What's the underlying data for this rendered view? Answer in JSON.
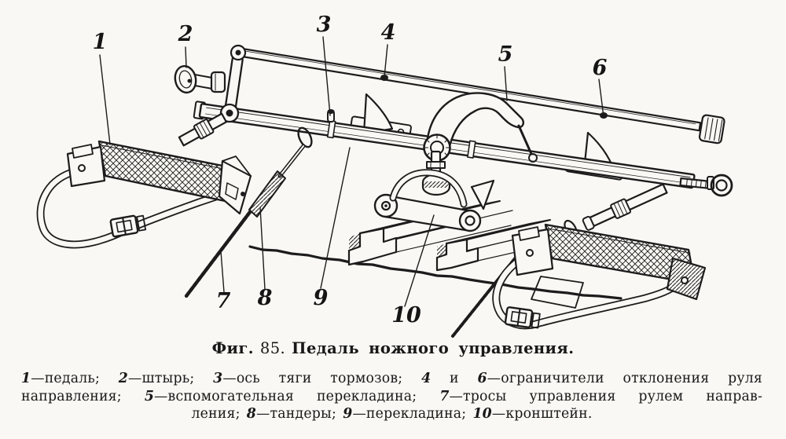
{
  "colors": {
    "paper": "#f9f8f4",
    "ink": "#1c1c1c"
  },
  "figure": {
    "callouts": [
      "1",
      "2",
      "3",
      "4",
      "5",
      "6",
      "7",
      "8",
      "9",
      "10"
    ]
  },
  "caption": {
    "fig_label": "Фиг.",
    "fig_number": "85.",
    "title": "Педаль ножного управления."
  },
  "legend": {
    "lines": [
      [
        {
          "t": "1",
          "b": true
        },
        {
          "t": "—педаль; "
        },
        {
          "t": "2",
          "b": true
        },
        {
          "t": "—штырь; "
        },
        {
          "t": "3",
          "b": true
        },
        {
          "t": "—ось тяги тормозов; "
        },
        {
          "t": "4",
          "b": true
        },
        {
          "t": " и "
        },
        {
          "t": "6",
          "b": true
        },
        {
          "t": "—ограничители отклонения руля"
        }
      ],
      [
        {
          "t": "направления; "
        },
        {
          "t": "5",
          "b": true
        },
        {
          "t": "—вспомогательная перекладина; "
        },
        {
          "t": "7",
          "b": true
        },
        {
          "t": "—тросы управления рулем направ-"
        }
      ],
      [
        {
          "t": "ления; "
        },
        {
          "t": "8",
          "b": true
        },
        {
          "t": "—тандеры; "
        },
        {
          "t": "9",
          "b": true
        },
        {
          "t": "—перекладина; "
        },
        {
          "t": "10",
          "b": true
        },
        {
          "t": "—кронштейн."
        }
      ]
    ]
  }
}
